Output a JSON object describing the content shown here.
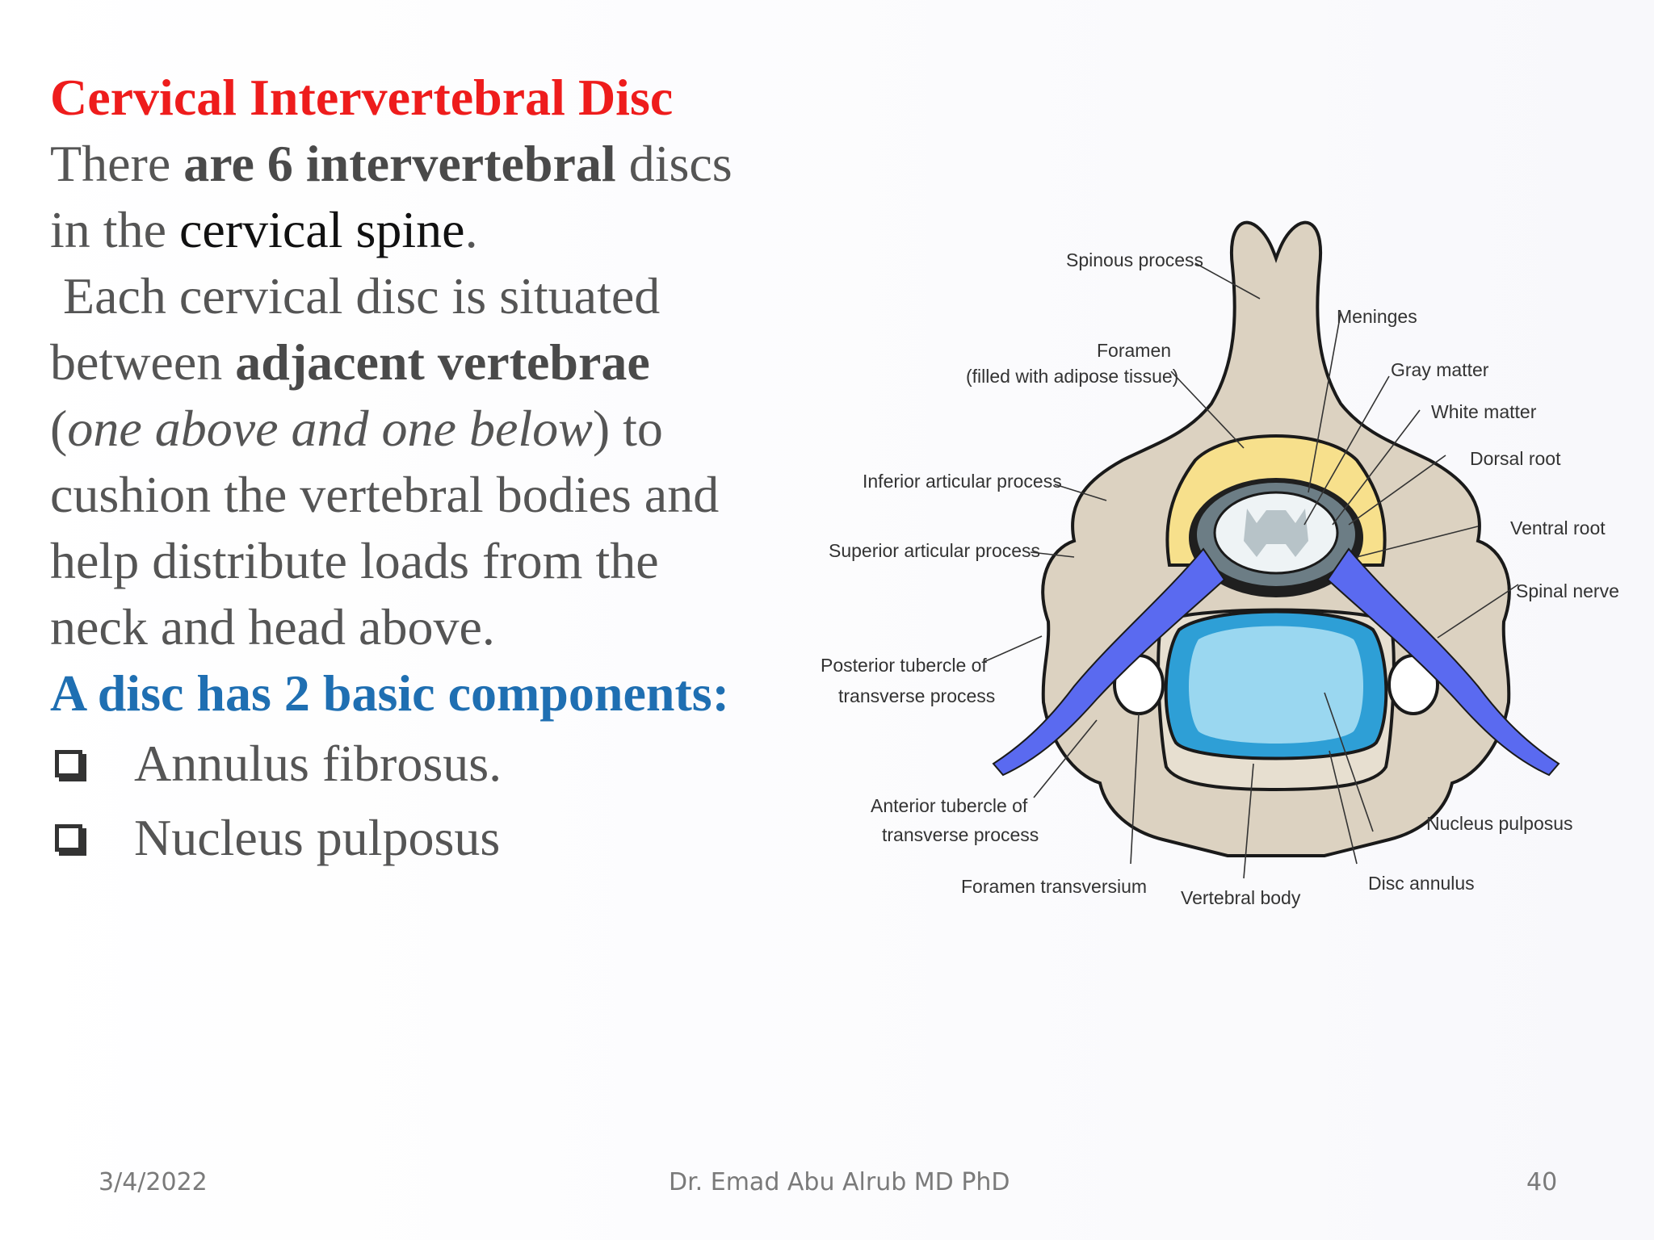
{
  "slide": {
    "title": "Cervical Intervertebral Disc",
    "p1_a": "There ",
    "p1_b": "are 6 intervertebral",
    "p1_c": " discs",
    "p1_d": "in the ",
    "p1_e": "cervical spine",
    "p1_f": ".",
    "p2_a": " Each cervical disc is situated",
    "p2_b": "between ",
    "p2_c": "adjacent vertebrae",
    "p2_d": "(",
    "p2_e": "one above and one below",
    "p2_f": ") to",
    "p2_g": "cushion the vertebral bodies and",
    "p2_h": "help distribute loads from the",
    "p2_i": "neck and head above.",
    "subhead": "A disc has 2 basic components:",
    "bullets": [
      "Annulus fibrosus.",
      "Nucleus pulposus"
    ]
  },
  "diagram": {
    "labels": {
      "spinous_process": "Spinous process",
      "meninges": "Meninges",
      "foramen_1": "Foramen",
      "foramen_2": "(filled with adipose tissue)",
      "gray_matter": "Gray matter",
      "white_matter": "White matter",
      "inferior_articular": "Inferior articular process",
      "dorsal_root": "Dorsal root",
      "ventral_root": "Ventral root",
      "superior_articular": "Superior articular process",
      "spinal_nerve": "Spinal nerve",
      "posterior_tubercle_1": "Posterior tubercle of",
      "posterior_tubercle_2": "transverse process",
      "anterior_tubercle_1": "Anterior tubercle of",
      "anterior_tubercle_2": "transverse process",
      "nucleus_pulposus": "Nucleus pulposus",
      "foramen_transversium": "Foramen transversium",
      "vertebral_body": "Vertebral body",
      "disc_annulus": "Disc annulus"
    },
    "colors": {
      "bone": "#ddd3c2",
      "fat": "#f7e08c",
      "nerve": "#5a6af0",
      "nucleus": "#9ad7f0",
      "annulus": "#2e9fd6"
    }
  },
  "footer": {
    "date": "3/4/2022",
    "author": "Dr. Emad Abu Alrub MD PhD",
    "page": "40"
  }
}
